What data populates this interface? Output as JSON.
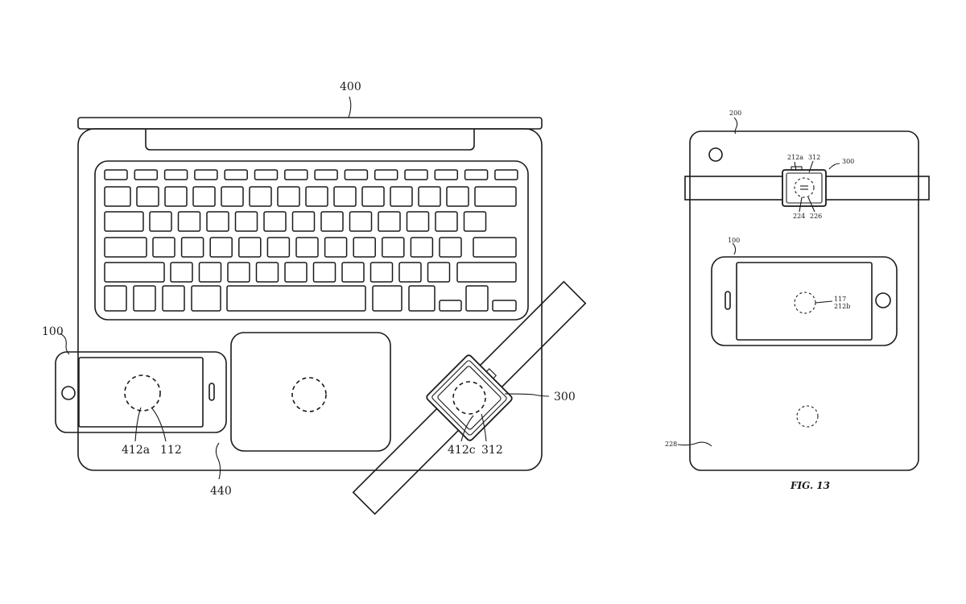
{
  "left_figure": {
    "labels": {
      "laptop": "400",
      "phone": "100",
      "watch": "300",
      "surface": "440",
      "phone_coil": "412a",
      "phone_coil_ref": "112",
      "watch_coil": "412c",
      "watch_coil_ref": "312"
    }
  },
  "right_figure": {
    "labels": {
      "tablet": "200",
      "watch": "300",
      "watch_coil_a": "212a",
      "watch_coil_ref": "312",
      "watch_sub_1": "224",
      "watch_sub_2": "226",
      "phone": "100",
      "phone_coil_ref": "117",
      "phone_coil_b": "212b",
      "surface": "228"
    },
    "caption": "FIG. 13"
  }
}
